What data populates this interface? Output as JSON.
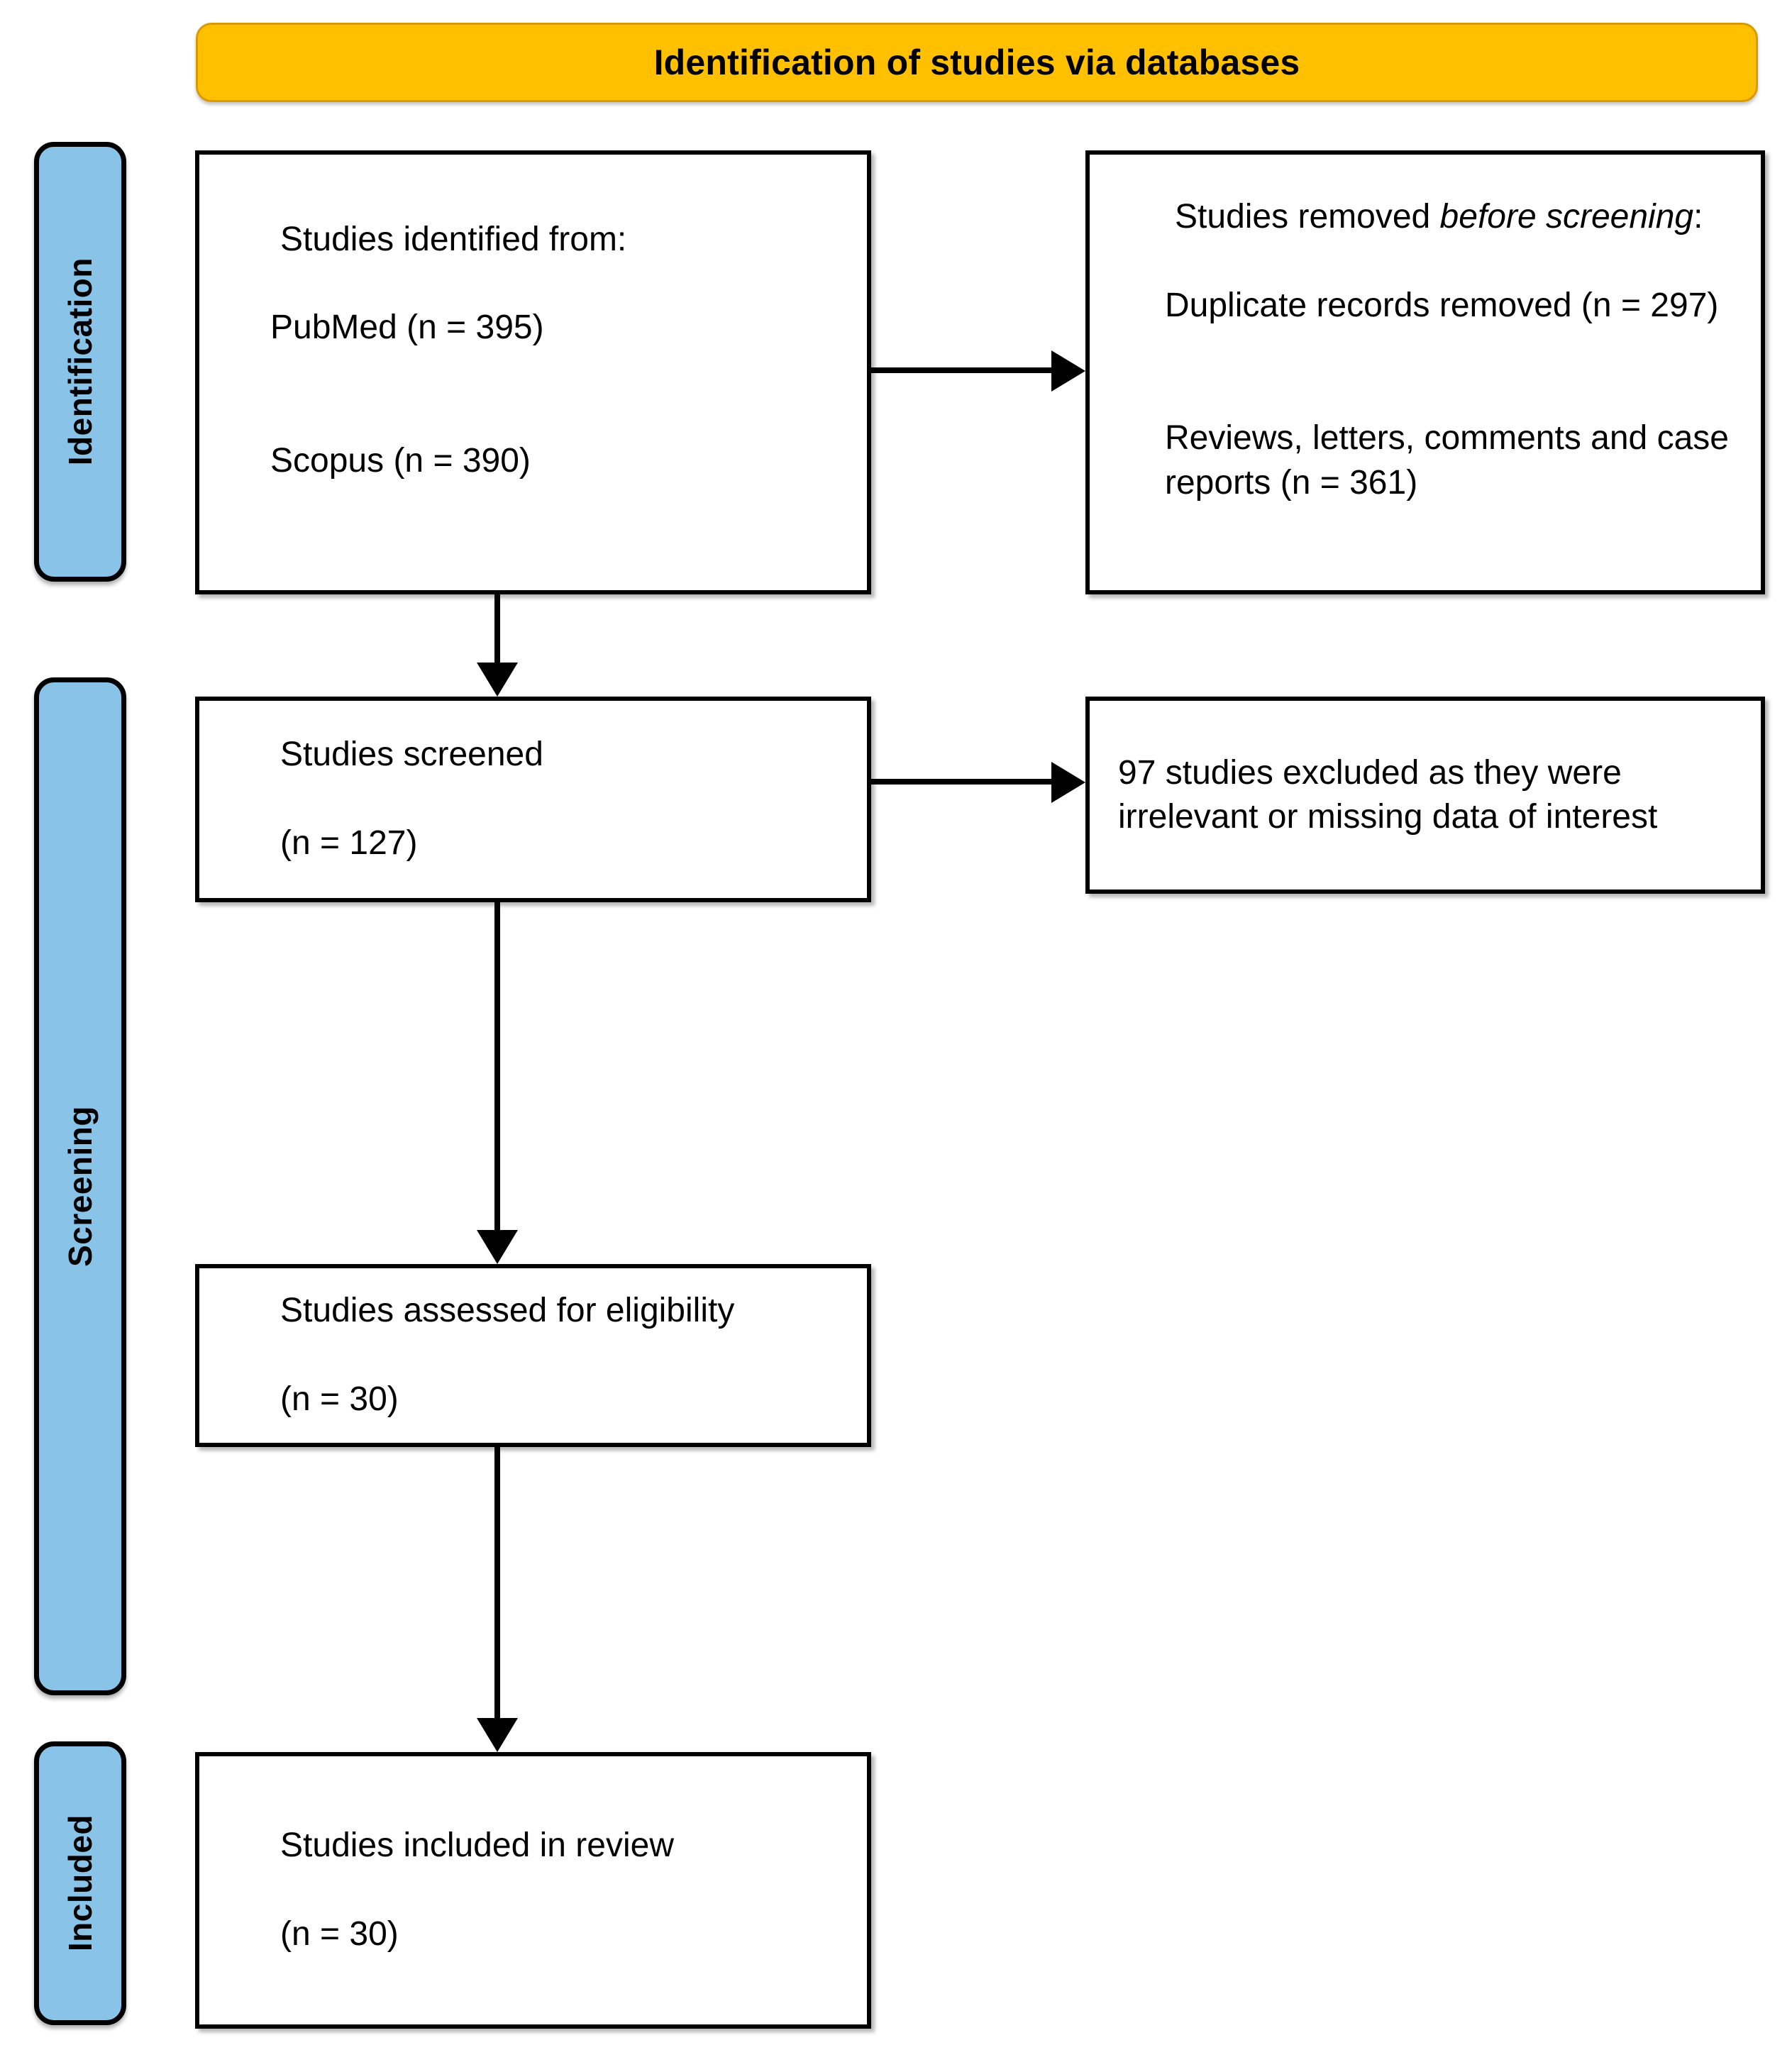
{
  "header": {
    "title": "Identification of studies via databases"
  },
  "stages": [
    {
      "id": "identification",
      "label": "Identification"
    },
    {
      "id": "screening",
      "label": "Screening"
    },
    {
      "id": "included",
      "label": "Included"
    }
  ],
  "boxes": {
    "identified": {
      "line1": "Studies identified from:",
      "line2": "PubMed (n = 395)",
      "line3": "Scopus (n = 390)"
    },
    "removed": {
      "line1_plain": "Studies removed ",
      "line1_italic": "before screening",
      "line1_suffix": ":",
      "line2": "Duplicate records removed (n = 297)",
      "line3": "Reviews, letters, comments and case reports (n = 361)"
    },
    "screened": {
      "line1": "Studies screened",
      "line2": "(n = 127)"
    },
    "excluded": {
      "line1": "97 studies excluded as they were irrelevant or missing data of interest"
    },
    "eligibility": {
      "line1": "Studies assessed for eligibility",
      "line2": "(n = 30)"
    },
    "included": {
      "line1": "Studies included in review",
      "line2": "(n = 30)"
    }
  },
  "counts": {
    "pubmed": 395,
    "scopus": 390,
    "duplicates_removed": 297,
    "reviews_letters_comments_case_reports_removed": 361,
    "screened": 127,
    "screening_excluded": 97,
    "assessed_for_eligibility": 30,
    "included_in_review": 30
  },
  "colors": {
    "header_fill": "#FFC000",
    "header_border": "#D99A00",
    "stage_fill": "#89C4E8",
    "box_border": "#000000",
    "box_fill": "#FFFFFF",
    "text": "#000000"
  },
  "arrows": [
    {
      "name": "identified-to-removed",
      "direction": "right"
    },
    {
      "name": "identified-to-screened",
      "direction": "down"
    },
    {
      "name": "screened-to-excluded",
      "direction": "right"
    },
    {
      "name": "screened-to-eligibility",
      "direction": "down"
    },
    {
      "name": "eligibility-to-included",
      "direction": "down"
    }
  ]
}
